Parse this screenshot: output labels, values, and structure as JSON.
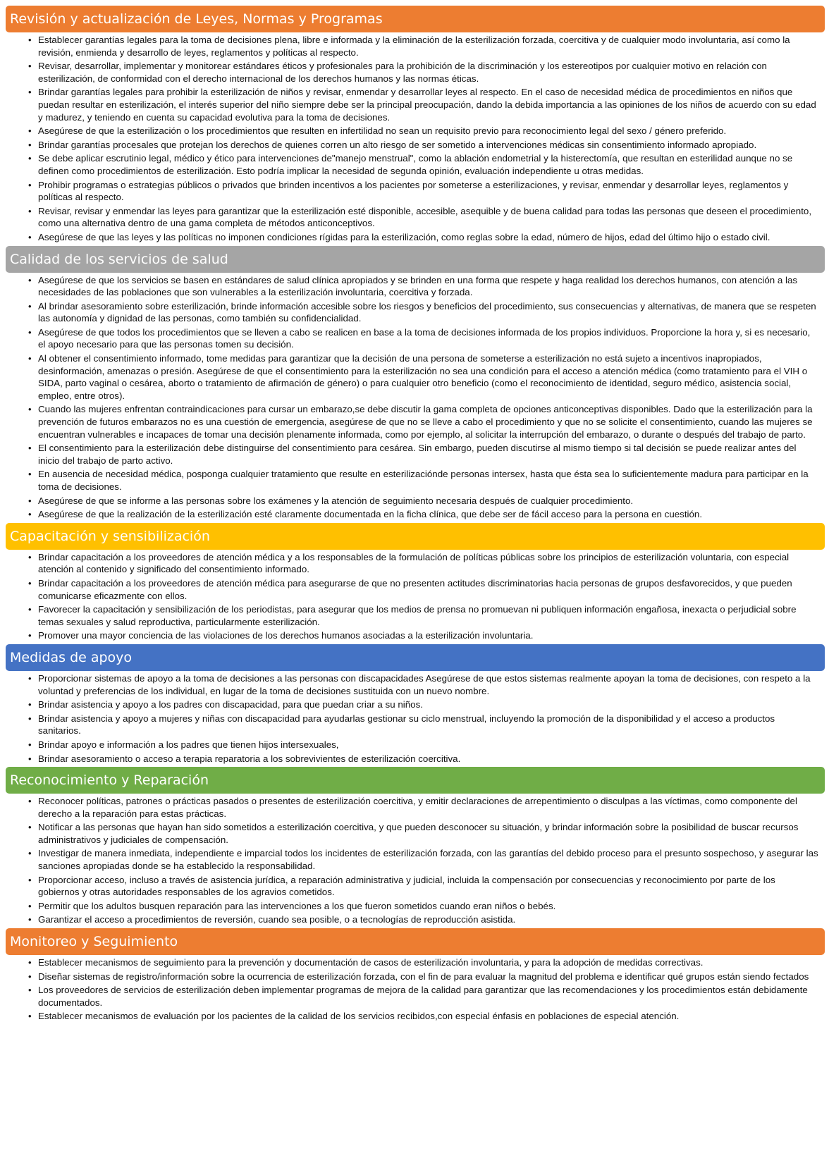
{
  "sections": [
    {
      "title": "Revisión y actualización de Leyes, Normas y Programas",
      "color": "#ED7D31",
      "items": [
        "Establecer garantías legales para la toma de decisiones plena, libre e informada y la eliminación de la esterilización forzada, coercitiva y de cualquier modo involuntaria, así como la revisión, enmienda y desarrollo de leyes, reglamentos y políticas al respecto.",
        "Revisar, desarrollar, implementar y monitorear estándares éticos y profesionales para la prohibición de la discriminación y los estereotipos por cualquier motivo en relación con esterilización, de conformidad con el derecho internacional de los derechos humanos y las normas éticas.",
        "Brindar garantías legales para prohibir la esterilización de niños y revisar, enmendar y desarrollar leyes al respecto. En el caso de necesidad médica de procedimientos en niños que puedan resultar en esterilización, el interés superior del niño siempre debe ser la principal preocupación, dando la debida importancia a las opiniones de los niños de acuerdo con su edad y madurez, y teniendo en cuenta su capacidad evolutiva para la toma de decisiones.",
        "Asegúrese de que la esterilización o los procedimientos que resulten en infertilidad no sean un requisito previo para reconocimiento legal del sexo / género preferido.",
        "Brindar garantías procesales que protejan los derechos de quienes corren un alto riesgo de ser sometido a intervenciones médicas sin consentimiento informado apropiado.",
        "Se debe aplicar escrutinio legal, médico y ético para intervenciones de\"manejo menstrual\", como la ablación endometrial y la histerectomía, que resultan en esterilidad aunque no se definen como procedimientos de esterilización. Esto podría implicar la necesidad de segunda opinión, evaluación independiente u otras medidas.",
        "Prohibir programas o estrategias públicos o privados que brinden incentivos a los pacientes por someterse a esterilizaciones, y revisar, enmendar y desarrollar leyes, reglamentos y políticas al respecto.",
        "Revisar, revisar y enmendar las leyes para garantizar que la esterilización esté disponible, accesible, asequible y de buena calidad para todas las personas que deseen el procedimiento, como una alternativa dentro de una gama completa de métodos anticonceptivos.",
        "Asegúrese de que las leyes y las políticas no imponen condiciones rígidas para la esterilización, como reglas sobre la edad, número de hijos, edad del último hijo o estado civil."
      ]
    },
    {
      "title": "Calidad de los servicios de salud",
      "color": "#A5A5A5",
      "items": [
        "Asegúrese de que los servicios se basen en estándares de salud clínica apropiados y se brinden en una forma que respete y haga realidad los derechos humanos, con atención a las necesidades de las poblaciones que son vulnerables a la esterilización involuntaria, coercitiva y forzada.",
        "Al brindar asesoramiento sobre esterilización, brinde información accesible sobre los riesgos y beneficios del procedimiento, sus consecuencias y alternativas, de manera que se respeten las autonomía y dignidad de las personas, como también su confidencialidad.",
        "Asegúrese de que todos los procedimientos que se lleven a cabo se realicen en base a la toma de decisiones informada de los propios individuos. Proporcione la hora y, si es necesario, el apoyo necesario para que las personas tomen su decisión.",
        "Al obtener el consentimiento informado, tome medidas para garantizar que la decisión de una persona de someterse a esterilización no está sujeto a incentivos inapropiados, desinformación, amenazas o presión. Asegúrese de que el consentimiento para la esterilización no sea una condición para el acceso a atención médica (como tratamiento para el VIH o SIDA, parto vaginal o cesárea, aborto o tratamiento de afirmación de género) o para cualquier otro beneficio (como el reconocimiento de identidad, seguro médico, asistencia social, empleo, entre otros).",
        "Cuando las mujeres enfrentan contraindicaciones para cursar un embarazo,se debe discutir la gama completa de opciones anticonceptivas disponibles. Dado que la esterilización para la prevención de futuros embarazos no es una cuestión de emergencia, asegúrese  de que no se lleve a cabo el procedimiento y que no se solicite el consentimiento, cuando las mujeres se encuentran vulnerables e incapaces de tomar una decisión plenamente informada, como por ejemplo, al solicitar la interrupción del embarazo, o durante o después del trabajo de parto.",
        "El consentimiento para la esterilización debe distinguirse del consentimiento para cesárea. Sin embargo, pueden discutirse al mismo tiempo si tal decisión se puede realizar antes del inicio del trabajo de parto activo.",
        "En ausencia de necesidad médica, posponga cualquier tratamiento que resulte en esterilizaciónde personas intersex, hasta que ésta sea lo suficientemente madura para participar en la toma de decisiones.",
        "Asegúrese de que se informe a las personas sobre los exámenes y la atención de seguimiento necesaria después de cualquier procedimiento.",
        "Asegúrese de que la realización de la esterilización esté claramente documentada en la ficha clínica, que debe ser de fácil acceso para la persona en cuestión."
      ]
    },
    {
      "title": "Capacitación y sensibilización",
      "color": "#FFC000",
      "items": [
        "Brindar capacitación a los proveedores de atención médica y a los responsables de la formulación de políticas públicas sobre los principios de esterilización voluntaria, con especial atención al contenido y significado del consentimiento informado.",
        "Brindar capacitación a los proveedores de atención médica para asegurarse de que no presenten  actitudes discriminatorias hacia personas de grupos desfavorecidos, y que pueden comunicarse eficazmente con ellos.",
        "Favorecer la capacitación y sensibilización de los periodistas, para asegurar que los medios de prensa no promuevan ni publiquen información engañosa, inexacta o perjudicial sobre temas sexuales y salud reproductiva, particularmente esterilización.",
        "Promover una mayor conciencia de las violaciones de los derechos humanos asociadas a la esterilización involuntaria."
      ]
    },
    {
      "title": "Medidas de apoyo",
      "color": "#4472C4",
      "items": [
        "Proporcionar sistemas de apoyo a la toma de decisiones a las personas con discapacidades Asegúrese de que estos sistemas realmente apoyan la toma de decisiones, con respeto a la voluntad y preferencias de los individual, en lugar de la toma de decisiones sustituida con un nuevo nombre.",
        "Brindar asistencia y apoyo a los padres con discapacidad, para que puedan criar a su niños.",
        "Brindar asistencia y apoyo a mujeres y niñas con discapacidad para ayudarlas gestionar su ciclo menstrual, incluyendo la promoción de la disponibilidad y el acceso a productos sanitarios.",
        "Brindar apoyo e información a los padres que tienen hijos intersexuales,",
        "Brindar asesoramiento o acceso a terapia reparatoria a los sobrevivientes de esterilización coercitiva."
      ]
    },
    {
      "title": "Reconocimiento y Reparación",
      "color": "#70AD47",
      "items": [
        "Reconocer políticas, patrones o prácticas pasados o presentes de esterilización coercitiva, y emitir declaraciones de arrepentimiento o disculpas a las víctimas, como componente del derecho a la reparación para estas prácticas.",
        "Notificar a las personas que hayan han sido sometidos a esterilización coercitiva, y que pueden desconocer su situación, y brindar información sobre la posibilidad de buscar recursos administrativos y judiciales de compensación.",
        "Investigar de manera inmediata, independiente e imparcial todos los incidentes de esterilización forzada, con las garantías del debido proceso para el presunto sospechoso, y asegurar las sanciones apropiadas donde se ha establecido la responsabilidad.",
        "Proporcionar acceso, incluso a través de asistencia jurídica, a reparación administrativa y judicial, incluida la compensación por consecuencias y reconocimiento por parte de los gobiernos y otras autoridades responsables de los agravios cometidos.",
        "Permitir que los adultos busquen reparación para las intervenciones a los que fueron sometidos cuando eran niños o bebés.",
        "Garantizar el acceso a procedimientos de reversión, cuando sea posible, o a tecnologías de  reproducción asistida."
      ]
    },
    {
      "title": "Monitoreo y Seguimiento",
      "color": "#ED7D31",
      "items": [
        "Establecer mecanismos de seguimiento para la prevención y documentación de casos de esterilización involuntaria, y para la adopción de medidas correctivas.",
        "Diseñar sistemas de registro/información sobre la ocurrencia de  esterilización forzada, con el fin de para evaluar la magnitud del problema e identificar qué grupos están siendo fectados",
        "Los proveedores de servicios de esterilización deben implementar programas de mejora de la calidad para garantizar que las recomendaciones y los procedimientos están debidamente documentados.",
        "Establecer mecanismos de evaluación por los pacientes de la calidad de los servicios recibidos,con especial énfasis en poblaciones de especial atención."
      ]
    }
  ]
}
